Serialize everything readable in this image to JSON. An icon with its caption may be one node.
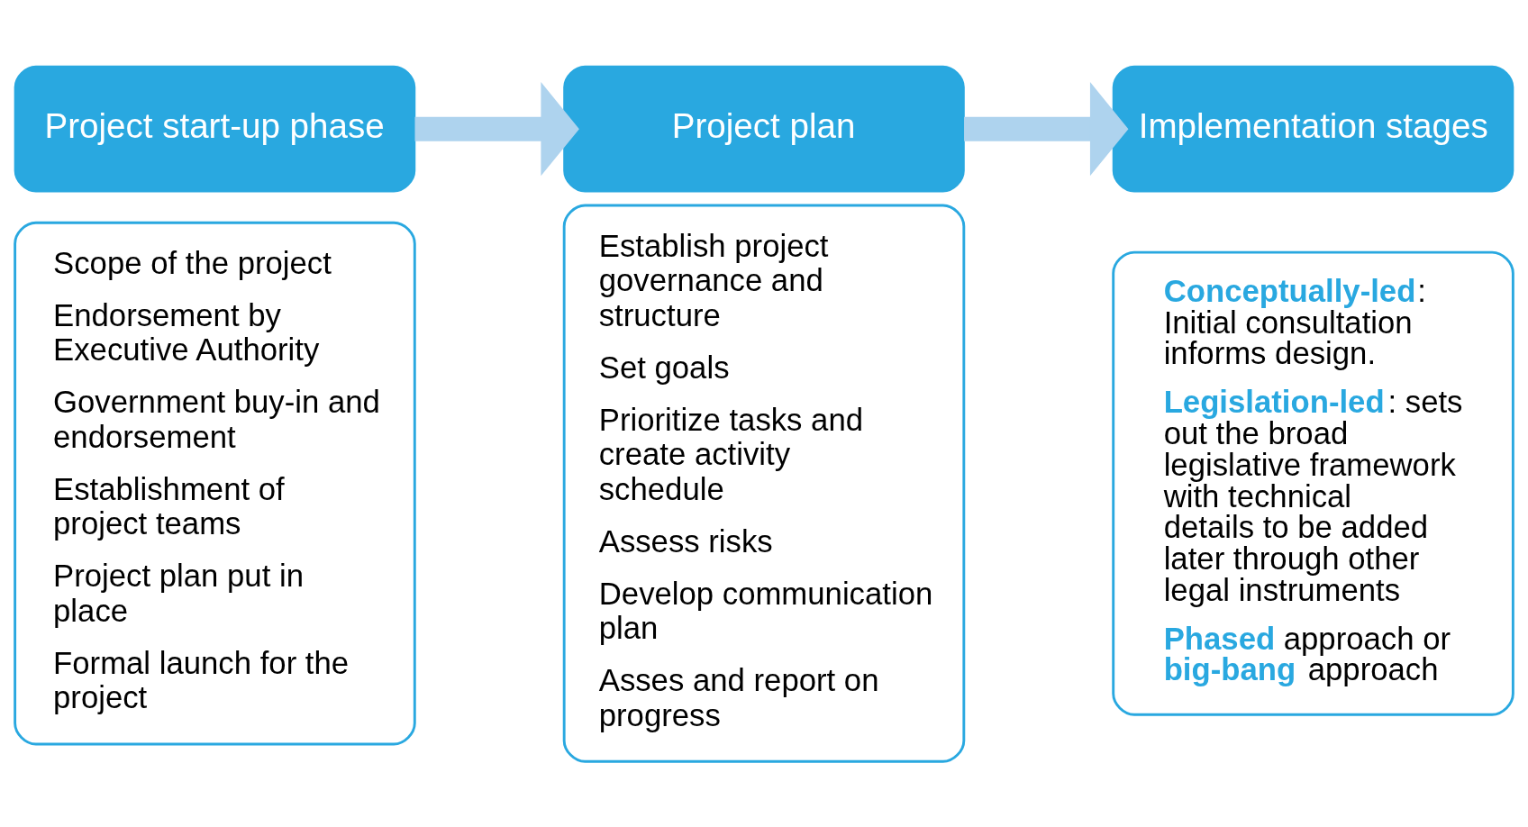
{
  "diagram": {
    "nodes": [
      {
        "text": [
          "Project start-up phase"
        ]
      },
      {
        "text": [
          "Scope of the project",
          "Endorsement by Executive Authority",
          "Government buy-in and endorsement",
          "Establishment of project teams",
          "Project plan put in place",
          "Formal launch for the project"
        ]
      },
      {
        "text": [
          "Project plan"
        ]
      },
      {
        "text": [
          "Establish project governance and structure",
          "Set goals",
          "Prioritize tasks and create activity schedule",
          "Assess risks",
          "Develop communication plan",
          "Asses and report on progress"
        ]
      },
      {
        "text": [
          "Implementation stages"
        ]
      },
      {
        "text": [
          "**Conceptually-led**: Initial consultation informs design.",
          "**Legislation-led**: sets out the broad legislative framework with technical details to be added later through other legal instruments",
          "**Phased** approach or **big-bang** approach"
        ]
      }
    ],
    "edges": [
      {
        "from": 0,
        "to": 2,
        "arrow": "to"
      },
      {
        "from": 2,
        "to": 4,
        "arrow": "to"
      }
    ]
  }
}
